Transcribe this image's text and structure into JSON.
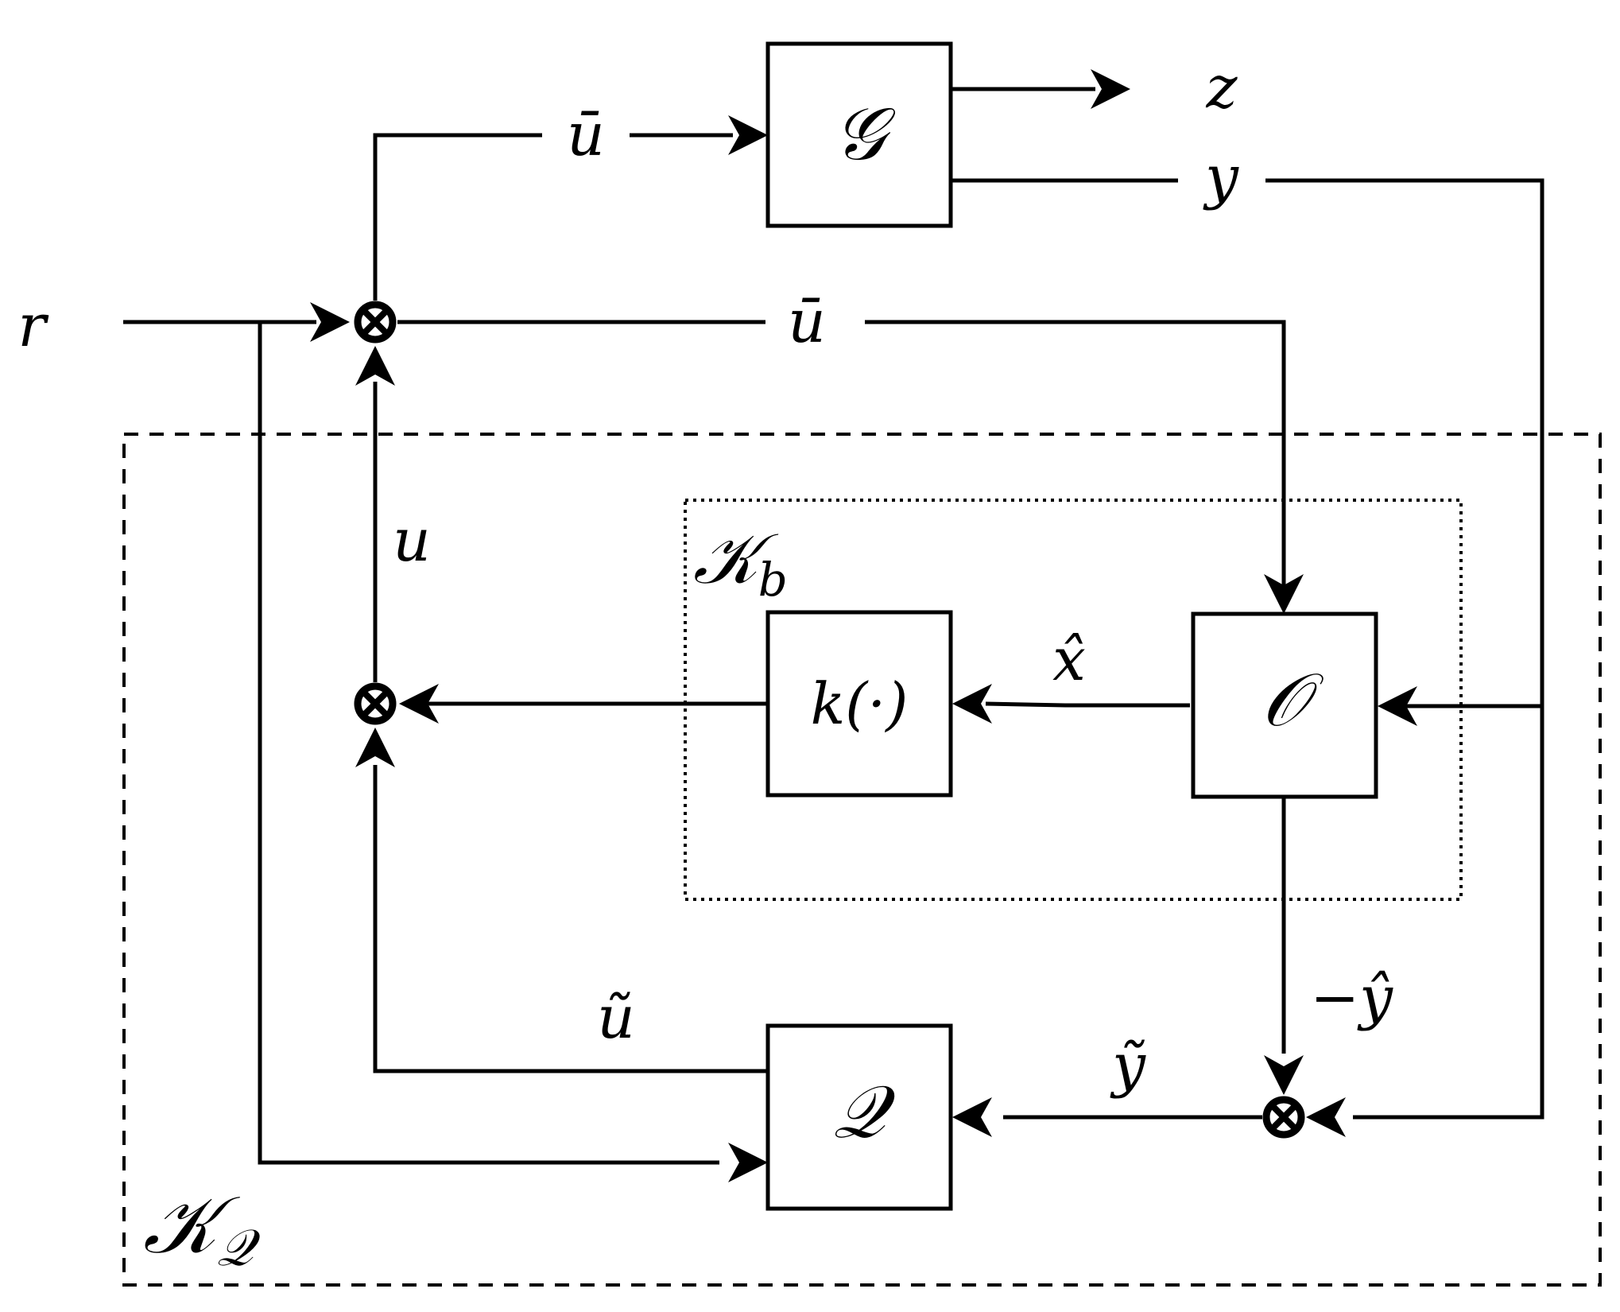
{
  "signals": {
    "r": "r",
    "u_bar_top": "ū",
    "u_bar_mid": "ū",
    "z": "z",
    "y": "y",
    "u": "u",
    "x_hat": "x̂",
    "neg_y_hat": "−ŷ",
    "u_tilde": "ũ",
    "y_tilde": "ỹ"
  },
  "blocks": {
    "plant": "𝒢",
    "state_feedback": "k(·)",
    "observer": "𝒪",
    "youla": "𝒬"
  },
  "regions": {
    "base_controller": {
      "main": "𝒦",
      "sub": "b"
    },
    "q_controller": {
      "main": "𝒦",
      "sub": "𝒬"
    }
  }
}
